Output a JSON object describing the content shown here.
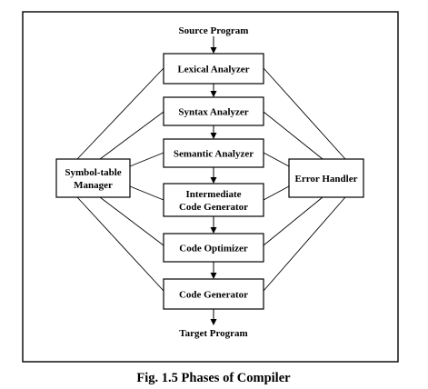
{
  "diagram": {
    "source_label": "Source Program",
    "target_label": "Target Program",
    "phases": [
      {
        "id": "lexical",
        "lines": [
          "Lexical Analyzer"
        ]
      },
      {
        "id": "syntax",
        "lines": [
          "Syntax Analyzer"
        ]
      },
      {
        "id": "semantic",
        "lines": [
          "Semantic Analyzer"
        ]
      },
      {
        "id": "intermediate",
        "lines": [
          "Intermediate",
          "Code Generator"
        ]
      },
      {
        "id": "optimizer",
        "lines": [
          "Code Optimizer"
        ]
      },
      {
        "id": "generator",
        "lines": [
          "Code Generator"
        ]
      }
    ],
    "side_boxes": [
      {
        "id": "symbol-table",
        "lines": [
          "Symbol-table",
          "Manager"
        ]
      },
      {
        "id": "error-handler",
        "lines": [
          "Error Handler"
        ]
      }
    ],
    "caption": "Fig. 1.5 Phases of Compiler"
  },
  "colors": {
    "line": "#000000",
    "background": "#ffffff"
  }
}
